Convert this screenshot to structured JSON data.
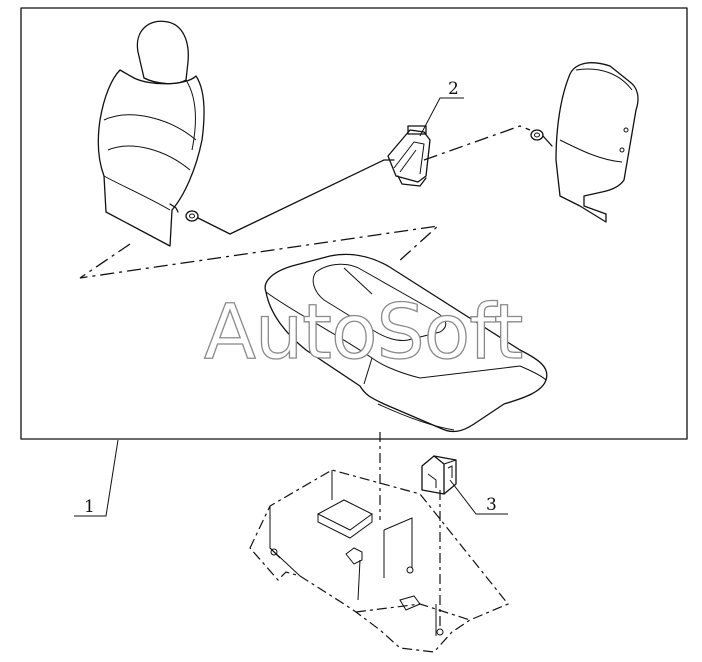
{
  "callouts": {
    "c1": "1",
    "c2": "2",
    "c3": "3"
  },
  "watermark": "AutoSoft"
}
